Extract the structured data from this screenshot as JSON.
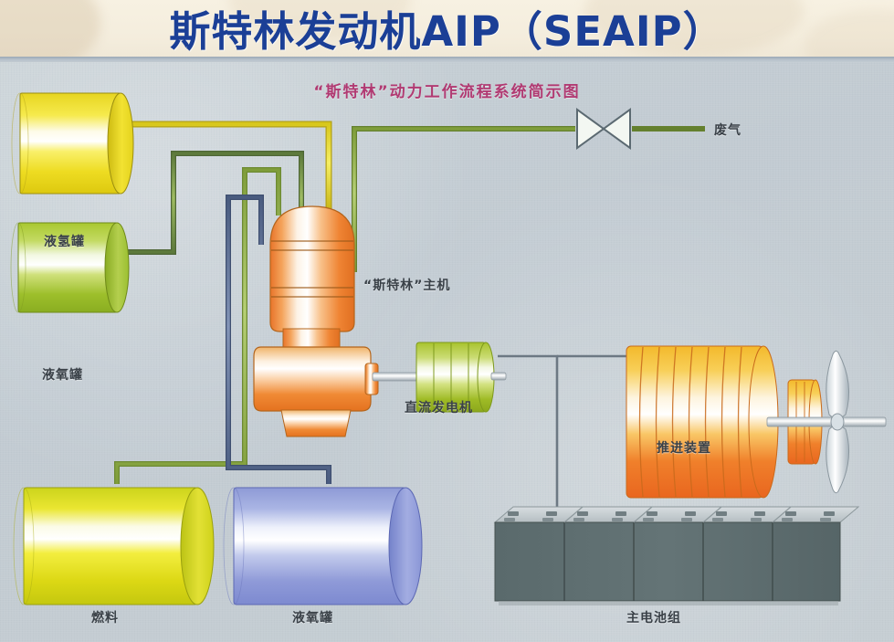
{
  "header": {
    "title": "斯特林发动机AIP（SEAIP）",
    "title_color": "#1b3f96",
    "background_color": "#f4eddd"
  },
  "diagram": {
    "title": "“斯特林”动力工作流程系统简示图",
    "title_color": "#b13a72",
    "background_color": "#c5ced4",
    "type": "schematic-flow-diagram"
  },
  "components": [
    {
      "id": "lh2-tank",
      "label": "液氢罐",
      "color": "#f2e21a",
      "shape": "cylinder"
    },
    {
      "id": "lox-tank-upper",
      "label": "液氧罐",
      "color": "#9dc22b",
      "shape": "cylinder"
    },
    {
      "id": "stirling-engine",
      "label": "“斯特林”主机",
      "color": "#f07a2a",
      "shape": "engine"
    },
    {
      "id": "dc-generator",
      "label": "直流发电机",
      "color": "#a8c636",
      "shape": "ribbed-drum"
    },
    {
      "id": "propulsion",
      "label": "推进装置",
      "color": "#f5a623",
      "shape": "ribbed-motor"
    },
    {
      "id": "fuel-tank",
      "label": "燃料",
      "color": "#e8e01c",
      "shape": "cylinder"
    },
    {
      "id": "lox-tank-lower",
      "label": "液氧罐",
      "color": "#8b93dc",
      "shape": "cylinder"
    },
    {
      "id": "battery-pack",
      "label": "主电池组",
      "color": "#58686a",
      "shape": "battery-blocks"
    },
    {
      "id": "exhaust-valve",
      "label": "废气",
      "color": "#8fae3c",
      "shape": "butterfly-valve"
    }
  ],
  "labels": {
    "lh2_tank": "液氢罐",
    "lox_tank_upper": "液氧罐",
    "stirling_engine": "“斯特林”主机",
    "dc_generator": "直流发电机",
    "propulsion": "推进装置",
    "fuel_tank": "燃料",
    "lox_tank_lower": "液氧罐",
    "battery_pack": "主电池组",
    "exhaust": "废气"
  },
  "pipes": [
    {
      "from": "lh2-tank",
      "to": "stirling-engine",
      "color": "#e8d827"
    },
    {
      "from": "lox-tank-upper",
      "to": "stirling-engine",
      "color": "#6d8a4f"
    },
    {
      "from": "fuel-tank",
      "to": "stirling-engine",
      "color": "#8fae3c"
    },
    {
      "from": "lox-tank-lower",
      "to": "stirling-engine",
      "color": "#5a6e96"
    },
    {
      "from": "stirling-engine",
      "to": "exhaust-valve",
      "color": "#7fa03a"
    },
    {
      "from": "dc-generator",
      "to": "propulsion",
      "color": "#6a7682"
    },
    {
      "from": "dc-generator",
      "to": "battery-pack",
      "color": "#6a7682"
    }
  ]
}
